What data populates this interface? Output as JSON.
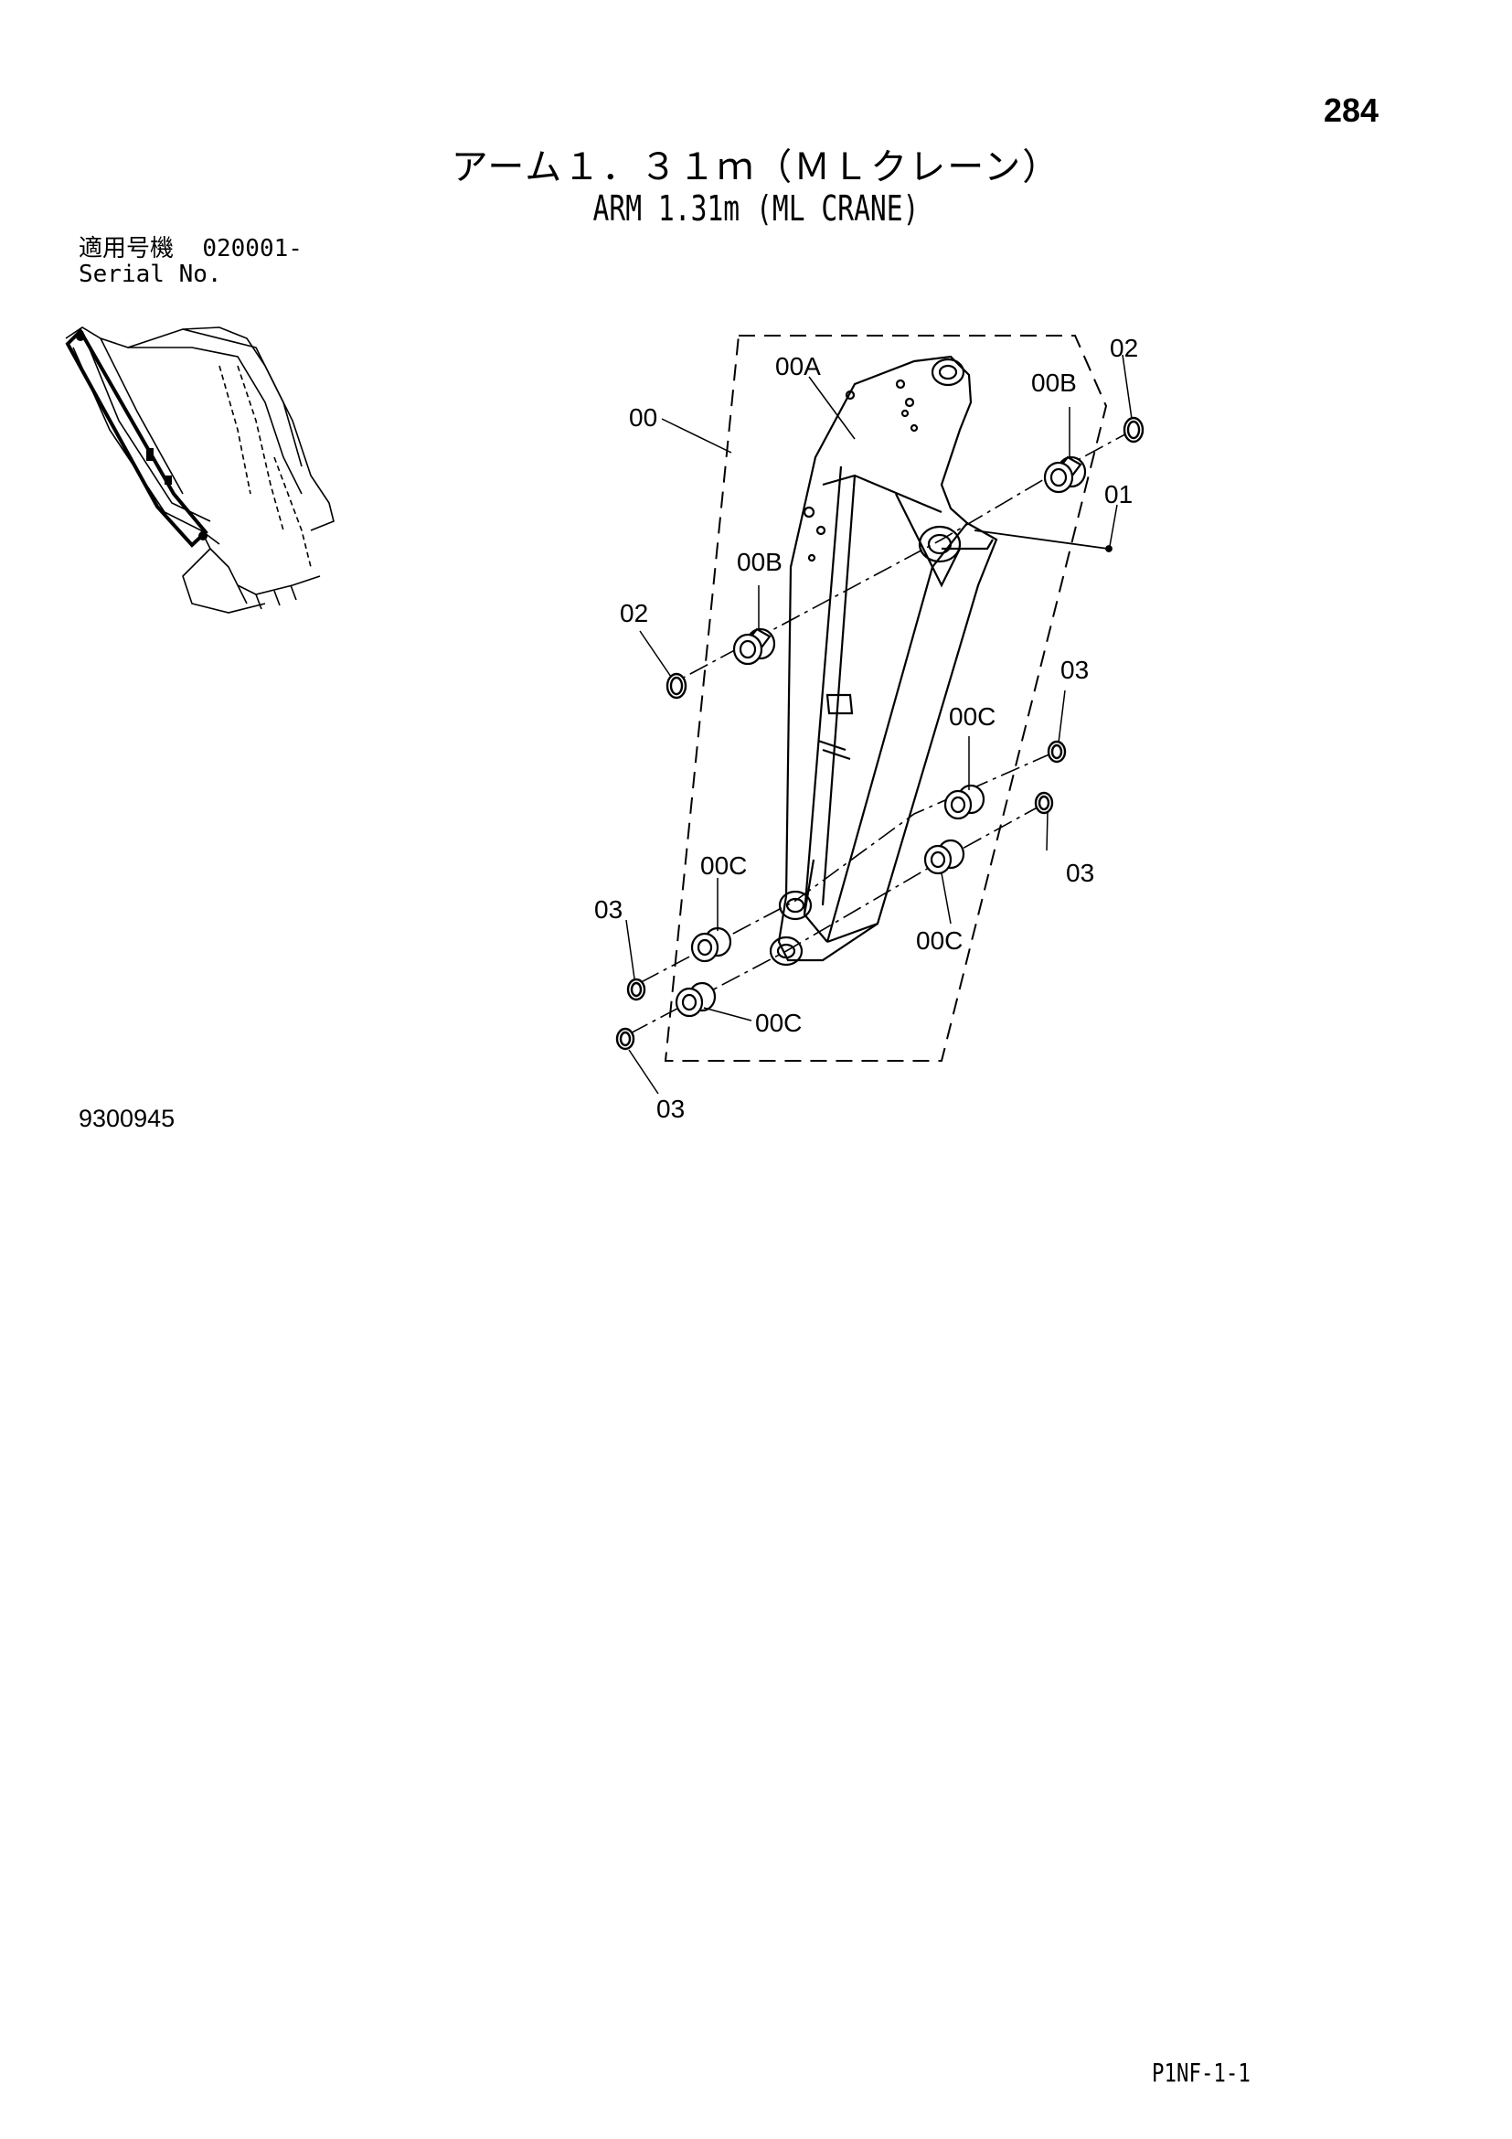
{
  "page": {
    "number": "284",
    "code": "P1NF-1-1"
  },
  "title": {
    "japanese": "アーム１．３１ｍ（ＭＬクレーン）",
    "english": "ARM 1.31m (ML CRANE)"
  },
  "serial": {
    "label_ja": "適用号機",
    "value": "020001-",
    "label_en": "Serial No."
  },
  "drawing_number": "9300945",
  "callouts": {
    "c00": "00",
    "c00A": "00A",
    "c00B_right": "00B",
    "c00B_left": "00B",
    "c01": "01",
    "c02_right": "02",
    "c02_left": "02",
    "c00C_upper_right": "00C",
    "c00C_lower_right": "00C",
    "c00C_upper_left": "00C",
    "c00C_lower_left": "00C",
    "c03_upper_right": "03",
    "c03_lower_right": "03",
    "c03_upper_left": "03",
    "c03_lower_left": "03"
  }
}
